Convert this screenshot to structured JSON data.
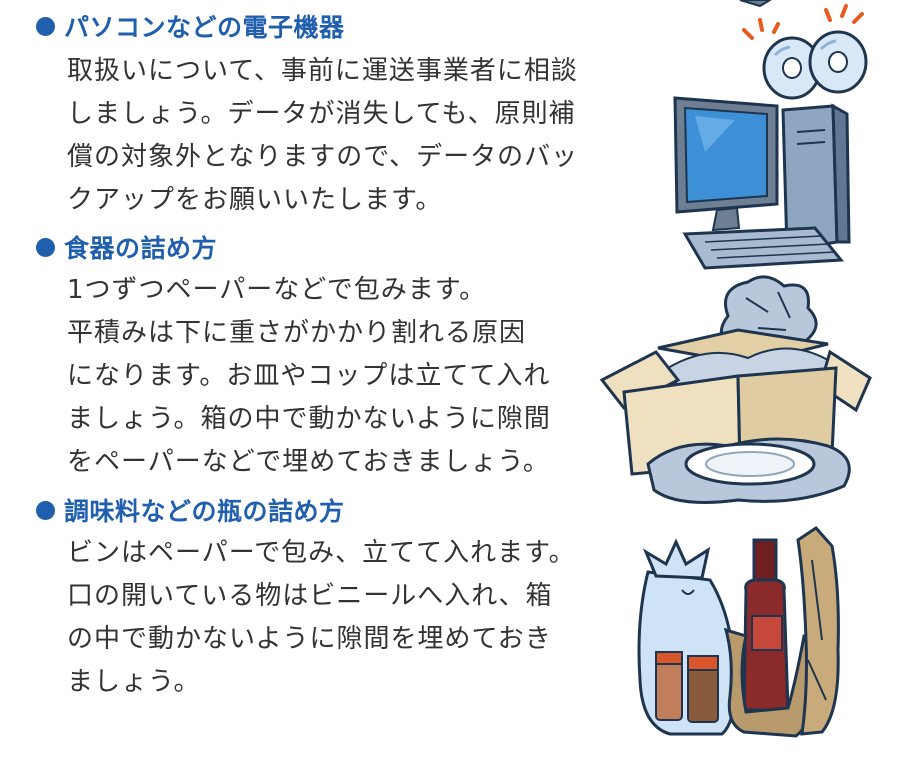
{
  "sections": [
    {
      "heading": "パソコンなどの電子機器",
      "lines": [
        "取扱いについて、事前に運送事業者に相談",
        "しましょう。データが消失しても、原則補",
        "償の対象外となりますので、データのバッ",
        "クアップをお願いいたします。"
      ]
    },
    {
      "heading": "食器の詰め方",
      "lines": [
        "1つずつペーパーなどで包みます。",
        "平積みは下に重さがかかり割れる原因",
        "になります。お皿やコップは立てて入れ",
        "ましょう。箱の中で動かないように隙間",
        "をペーパーなどで埋めておきましょう。"
      ]
    },
    {
      "heading": "調味料などの瓶の詰め方",
      "lines": [
        "ビンはペーパーで包み、立てて入れます。",
        "口の開いている物はビニールへ入れ、箱",
        "の中で動かないように隙間を埋めておき",
        "ましょう。"
      ]
    }
  ],
  "colors": {
    "heading": "#1f5fae",
    "text": "#333333",
    "monitor_screen": "#3d8fd6",
    "box": "#efe0c0",
    "paper": "#b9c7da",
    "bottle_paper": "#b99a6c",
    "bag": "#cfe3f6"
  },
  "illustrations": [
    "cd-discs",
    "desktop-computer",
    "box-with-wrapped-dishes",
    "wrapped-bottles-and-bag"
  ]
}
